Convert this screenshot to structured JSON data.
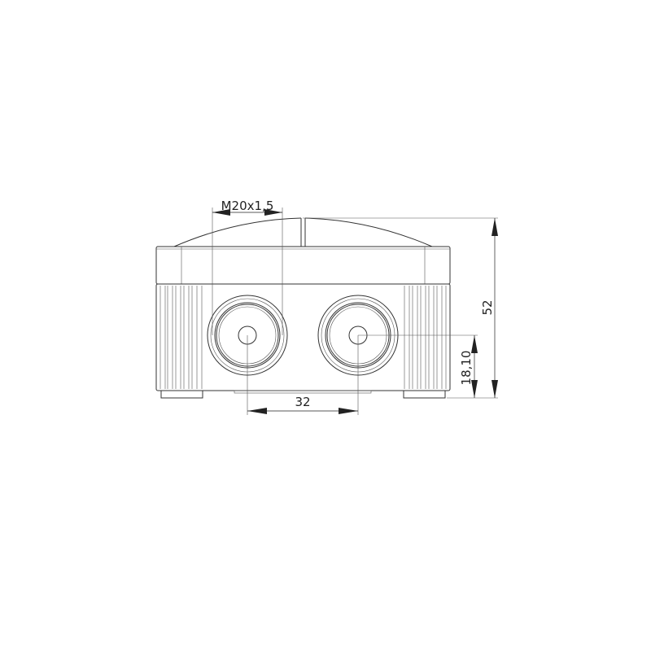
{
  "drawing": {
    "dimensions": {
      "thread": "M20x1,5",
      "height": "52",
      "gland_height": "18,10",
      "gland_spacing": "32"
    },
    "line_color": "#333333",
    "background": "#ffffff"
  }
}
